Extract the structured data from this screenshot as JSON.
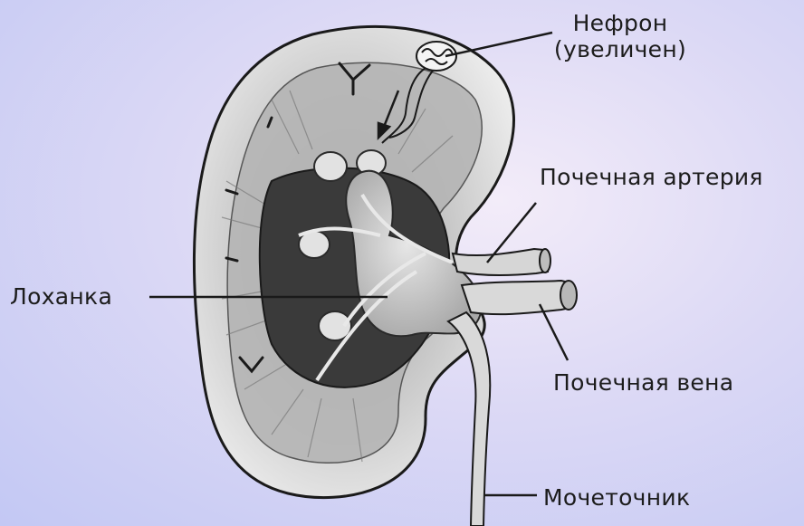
{
  "labels": {
    "nephron_line1": "Нефрон",
    "nephron_line2": "(увеличен)",
    "renal_artery": "Почечная артерия",
    "pelvis": "Лоханка",
    "renal_vein": "Почечная вена",
    "ureter": "Мочеточник"
  },
  "colors": {
    "background": "#c9cdf5",
    "tissue": "#cfcfcf",
    "outline": "#1a1a1a"
  }
}
